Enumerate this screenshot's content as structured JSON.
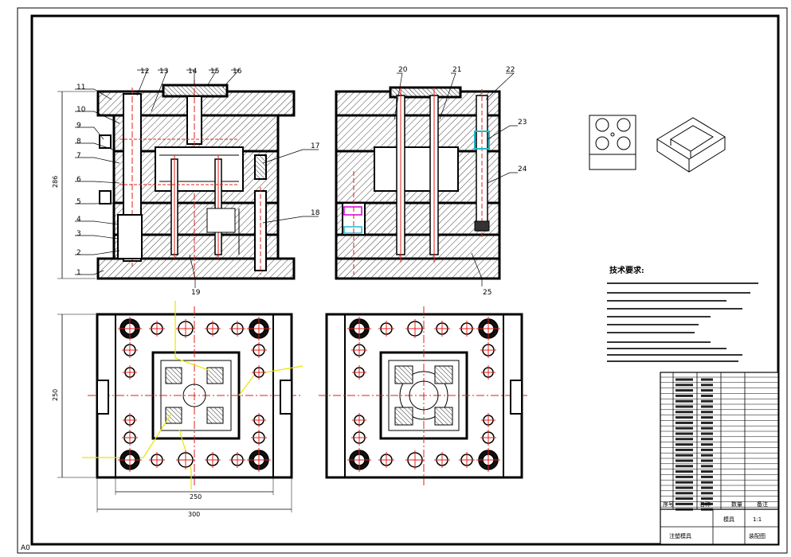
{
  "drawing": {
    "part_labels": [
      "1",
      "2",
      "3",
      "4",
      "5",
      "6",
      "7",
      "8",
      "9",
      "10",
      "11",
      "12",
      "13",
      "14",
      "15",
      "16",
      "17",
      "18",
      "19",
      "20",
      "21",
      "22",
      "23",
      "24",
      "25"
    ],
    "dimensions": {
      "front_height": "286",
      "plan_depth": "250",
      "plan_width_inner": "250",
      "plan_width_outer": "300"
    },
    "notes_heading": "技术要求:",
    "title_block": {
      "header_cells": [
        "序号",
        "名称",
        "数量",
        "备注"
      ],
      "name_cell": "模具",
      "scale_cell": "1:1",
      "drawing_name": "注塑模具",
      "code_cell": "装配图"
    },
    "corner_mark": "A0"
  },
  "colors": {
    "frame": "#000000",
    "hatch": "#555555",
    "center_line": "#e0201a",
    "annotation": "#e6e600",
    "marker": "#d400d4",
    "cyan_part": "#22b8c8",
    "paper": "#ffffff"
  }
}
